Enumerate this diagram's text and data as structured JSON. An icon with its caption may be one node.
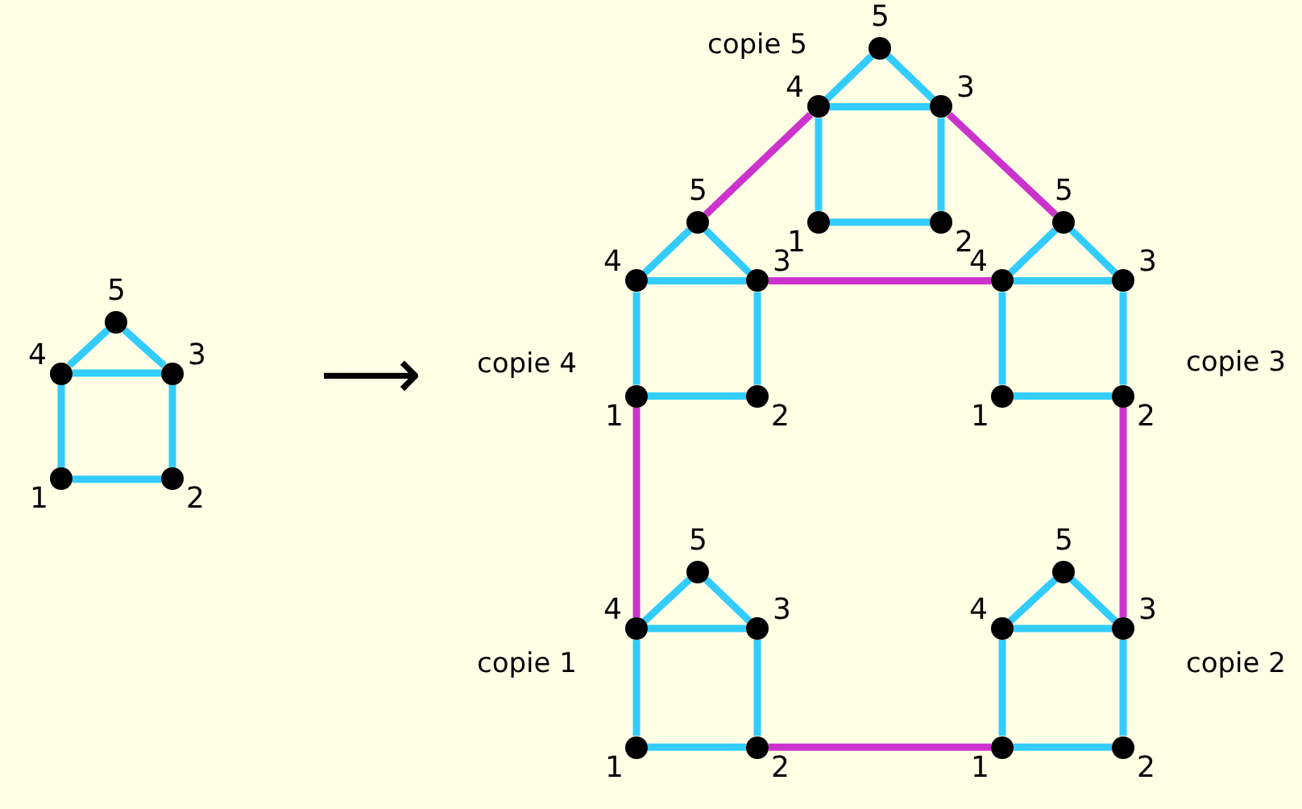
{
  "diagram": {
    "nodes": [
      {
        "text": [],
        "shape": "circle",
        "beside": [
          "5"
        ]
      },
      {
        "text": [],
        "shape": "circle",
        "beside": [
          "4"
        ]
      },
      {
        "text": [],
        "shape": "circle",
        "beside": [
          "3"
        ]
      },
      {
        "text": [],
        "shape": "circle",
        "beside": [
          "1"
        ]
      },
      {
        "text": [],
        "shape": "circle",
        "beside": [
          "2"
        ]
      },
      {
        "text": [],
        "shape": "circle",
        "beside": [
          "5"
        ]
      },
      {
        "text": [],
        "shape": "circle",
        "beside": [
          "4"
        ]
      },
      {
        "text": [],
        "shape": "circle",
        "beside": [
          "3"
        ]
      },
      {
        "text": [],
        "shape": "circle",
        "beside": [
          "1"
        ]
      },
      {
        "text": [],
        "shape": "circle",
        "beside": [
          "2"
        ]
      },
      {
        "text": [],
        "shape": "circle",
        "beside": [
          "5"
        ]
      },
      {
        "text": [],
        "shape": "circle",
        "beside": [
          "4"
        ]
      },
      {
        "text": [],
        "shape": "circle",
        "beside": [
          "3"
        ]
      },
      {
        "text": [],
        "shape": "circle",
        "beside": [
          "1"
        ]
      },
      {
        "text": [],
        "shape": "circle",
        "beside": [
          "2"
        ]
      },
      {
        "text": [],
        "shape": "circle",
        "beside": [
          "5"
        ]
      },
      {
        "text": [],
        "shape": "circle",
        "beside": [
          "4"
        ]
      },
      {
        "text": [],
        "shape": "circle",
        "beside": [
          "3"
        ]
      },
      {
        "text": [],
        "shape": "circle",
        "beside": [
          "1"
        ]
      },
      {
        "text": [],
        "shape": "circle",
        "beside": [
          "2"
        ]
      },
      {
        "text": [],
        "shape": "circle",
        "beside": [
          "5"
        ]
      },
      {
        "text": [],
        "shape": "circle",
        "beside": [
          "4"
        ]
      },
      {
        "text": [],
        "shape": "circle",
        "beside": [
          "3"
        ]
      },
      {
        "text": [],
        "shape": "circle",
        "beside": [
          "1"
        ]
      },
      {
        "text": [],
        "shape": "circle",
        "beside": [
          "2"
        ]
      },
      {
        "text": [],
        "shape": "circle",
        "beside": [
          "5"
        ]
      },
      {
        "text": [],
        "shape": "circle",
        "beside": [
          "4"
        ]
      },
      {
        "text": [],
        "shape": "circle",
        "beside": [
          "3"
        ]
      },
      {
        "text": [],
        "shape": "circle",
        "beside": [
          "1"
        ]
      },
      {
        "text": [],
        "shape": "circle",
        "beside": [
          "2"
        ]
      }
    ],
    "edges": [
      {
        "from": 0,
        "to": 1,
        "arrow": "none"
      },
      {
        "from": 0,
        "to": 2,
        "arrow": "none"
      },
      {
        "from": 1,
        "to": 2,
        "arrow": "none"
      },
      {
        "from": 1,
        "to": 3,
        "arrow": "none"
      },
      {
        "from": 2,
        "to": 4,
        "arrow": "none"
      },
      {
        "from": 3,
        "to": 4,
        "arrow": "none"
      },
      {
        "from": 5,
        "to": 6,
        "arrow": "none"
      },
      {
        "from": 5,
        "to": 7,
        "arrow": "none"
      },
      {
        "from": 6,
        "to": 7,
        "arrow": "none"
      },
      {
        "from": 6,
        "to": 8,
        "arrow": "none"
      },
      {
        "from": 7,
        "to": 9,
        "arrow": "none"
      },
      {
        "from": 8,
        "to": 9,
        "arrow": "none"
      },
      {
        "from": 10,
        "to": 11,
        "arrow": "none"
      },
      {
        "from": 10,
        "to": 12,
        "arrow": "none"
      },
      {
        "from": 11,
        "to": 12,
        "arrow": "none"
      },
      {
        "from": 11,
        "to": 13,
        "arrow": "none"
      },
      {
        "from": 12,
        "to": 14,
        "arrow": "none"
      },
      {
        "from": 13,
        "to": 14,
        "arrow": "none"
      },
      {
        "from": 15,
        "to": 16,
        "arrow": "none"
      },
      {
        "from": 15,
        "to": 17,
        "arrow": "none"
      },
      {
        "from": 16,
        "to": 17,
        "arrow": "none"
      },
      {
        "from": 16,
        "to": 18,
        "arrow": "none"
      },
      {
        "from": 17,
        "to": 19,
        "arrow": "none"
      },
      {
        "from": 18,
        "to": 19,
        "arrow": "none"
      },
      {
        "from": 20,
        "to": 21,
        "arrow": "none"
      },
      {
        "from": 20,
        "to": 22,
        "arrow": "none"
      },
      {
        "from": 21,
        "to": 22,
        "arrow": "none"
      },
      {
        "from": 21,
        "to": 23,
        "arrow": "none"
      },
      {
        "from": 22,
        "to": 24,
        "arrow": "none"
      },
      {
        "from": 23,
        "to": 24,
        "arrow": "none"
      },
      {
        "from": 25,
        "to": 26,
        "arrow": "none"
      },
      {
        "from": 25,
        "to": 27,
        "arrow": "none"
      },
      {
        "from": 26,
        "to": 27,
        "arrow": "none"
      },
      {
        "from": 26,
        "to": 28,
        "arrow": "none"
      },
      {
        "from": 27,
        "to": 29,
        "arrow": "none"
      },
      {
        "from": 28,
        "to": 29,
        "arrow": "none"
      },
      {
        "from": 6,
        "to": 10,
        "arrow": "none",
        "color": "#cc33cc"
      },
      {
        "from": 7,
        "to": 15,
        "arrow": "none",
        "color": "#cc33cc"
      },
      {
        "from": 12,
        "to": 16,
        "arrow": "none",
        "color": "#cc33cc"
      },
      {
        "from": 13,
        "to": 21,
        "arrow": "none",
        "color": "#cc33cc"
      },
      {
        "from": 19,
        "to": 27,
        "arrow": "none",
        "color": "#cc33cc"
      },
      {
        "from": 24,
        "to": 28,
        "arrow": "none",
        "color": "#cc33cc"
      }
    ],
    "labels": [
      "copie 5",
      "⟶",
      "copie 4",
      "copie 3",
      "copie 1",
      "copie 2"
    ]
  }
}
